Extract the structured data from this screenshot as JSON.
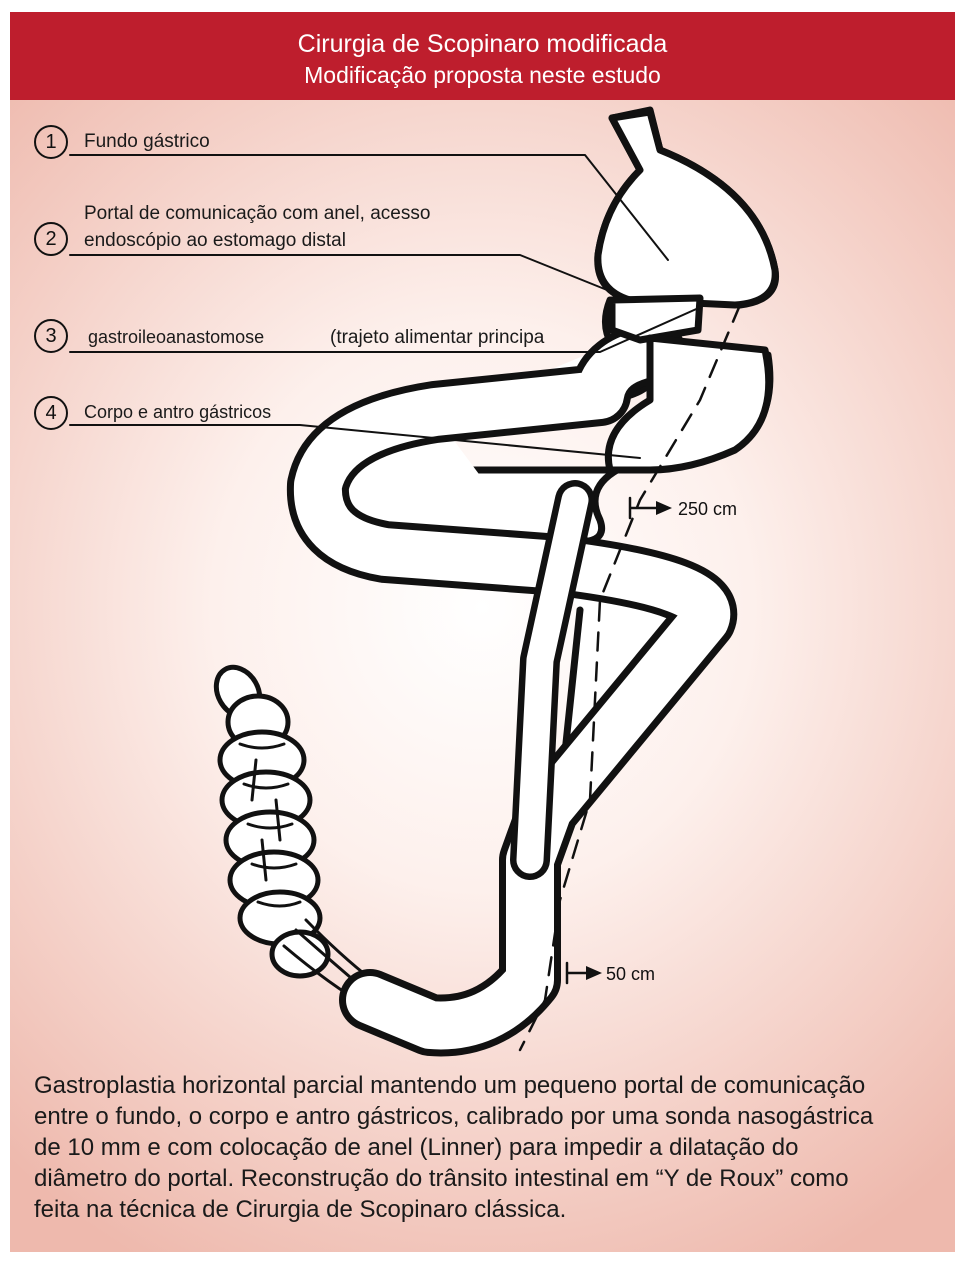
{
  "header": {
    "title": "Cirurgia de Scopinaro modificada",
    "subtitle": "Modificação proposta neste estudo"
  },
  "labels": [
    {
      "num": "1",
      "lines": [
        "Fundo gástrico"
      ]
    },
    {
      "num": "2",
      "lines": [
        "Portal de comunicação com anel, acesso",
        "endoscópio ao estomago distal"
      ]
    },
    {
      "num": "3",
      "lines": [
        "gastroileoanastomose",
        "(trajeto alimentar principa"
      ]
    },
    {
      "num": "4",
      "lines": [
        "Corpo e antro gástricos"
      ]
    }
  ],
  "distances": {
    "upper": "250 cm",
    "lower": "50 cm"
  },
  "caption": [
    "Gastroplastia horizontal parcial mantendo um pequeno portal de comunicação",
    "entre o fundo, o corpo e antro gástricos, calibrado por uma sonda nasogástrica",
    "de 10 mm e com colocação de anel (Linner) para impedir a dilatação do",
    "diâmetro do portal. Reconstrução do trânsito intestinal em “Y de Roux” como",
    "feita na técnica de Cirurgia de Scopinaro clássica."
  ]
}
